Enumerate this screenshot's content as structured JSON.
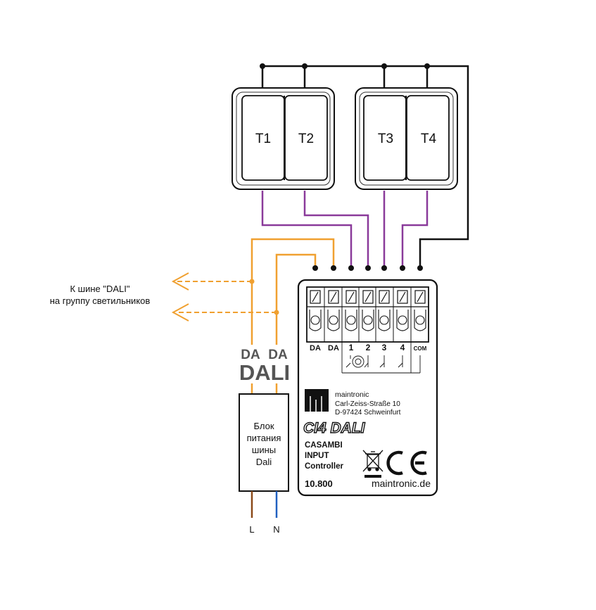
{
  "switches": {
    "t1": "T1",
    "t2": "T2",
    "t3": "T3",
    "t4": "T4"
  },
  "dali_bus_note": {
    "line1": "К шине \"DALI\"",
    "line2": "на группу светильников"
  },
  "bus_labels": {
    "da_left": "DA",
    "da_right": "DA",
    "dali": "DALI"
  },
  "power_supply": {
    "line1": "Блок",
    "line2": "питания",
    "line3": "шины",
    "line4": "Dali"
  },
  "mains": {
    "l": "L",
    "n": "N"
  },
  "controller": {
    "terminals": [
      "DA",
      "DA",
      "1",
      "2",
      "3",
      "4",
      "COM"
    ],
    "manufacturer": "maintronic",
    "address_street": "Carl-Zeiss-Straße 10",
    "address_city": "D-97424 Schweinfurt",
    "model": "CI4 DALI",
    "type_line1": "CASAMBI",
    "type_line2": "INPUT",
    "type_line3": "Controller",
    "article": "10.800",
    "website": "maintronic.de"
  },
  "colors": {
    "dali_wire": "#f0a030",
    "switch_wire": "#8a3a9a",
    "common_wire": "#111111",
    "live_wire": "#8b4a1a",
    "neutral_wire": "#2060c0"
  },
  "icons": [
    "weee-bin-icon",
    "ce-mark-icon",
    "maintronic-logo-icon",
    "arrow-left-icon"
  ]
}
